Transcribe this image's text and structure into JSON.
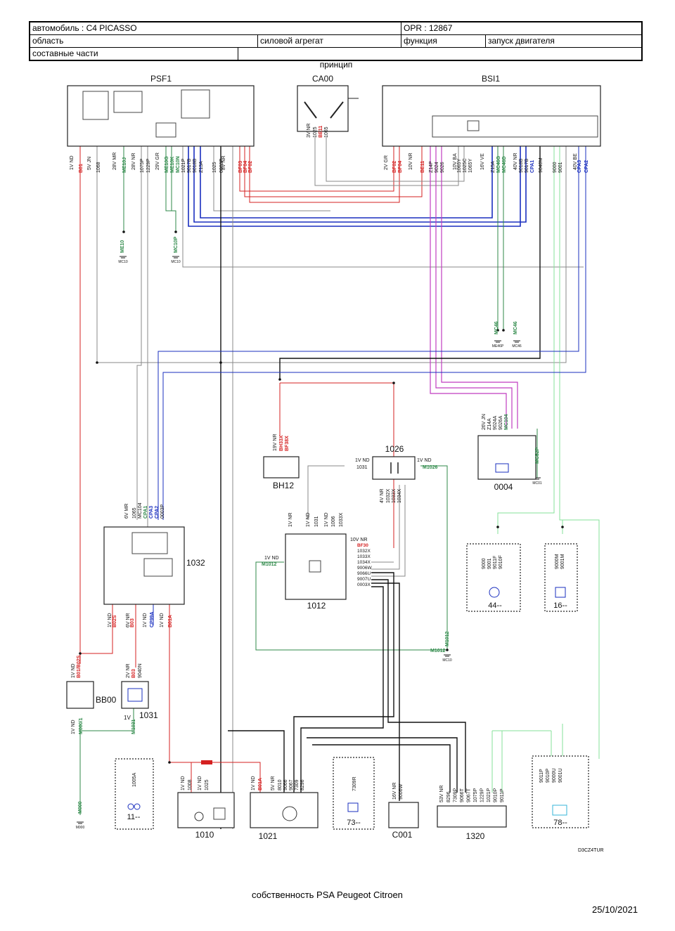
{
  "header": {
    "car": "автомобиль : C4 PICASSO",
    "opr": "OPR : 12867",
    "area_label": "область",
    "area_value": "силовой агрегат",
    "function_label": "функция",
    "function_value": "запуск двигателя",
    "parts_label": "составные части"
  },
  "diagram": {
    "title": "принцип",
    "code": "D3CZ4TUR",
    "colors": {
      "red": "#d42020",
      "blue": "#1a2fbf",
      "green": "#2f8a4a",
      "magenta": "#c03cc0",
      "gray": "#888888",
      "lightgreen": "#86e09a",
      "black": "#111111"
    },
    "components": [
      {
        "id": "psf1",
        "name": "PSF1"
      },
      {
        "id": "ca00",
        "name": "CA00"
      },
      {
        "id": "bsi1",
        "name": "BSI1"
      },
      {
        "id": "c1032",
        "name": "1032"
      },
      {
        "id": "bh12",
        "name": "BH12"
      },
      {
        "id": "c1026",
        "name": "1026"
      },
      {
        "id": "c1012",
        "name": "1012"
      },
      {
        "id": "c0004",
        "name": "0004"
      },
      {
        "id": "bb00",
        "name": "BB00"
      },
      {
        "id": "c1031",
        "name": "1031"
      },
      {
        "id": "c1010",
        "name": "1010"
      },
      {
        "id": "c1021",
        "name": "1021"
      },
      {
        "id": "c001",
        "name": "C001"
      },
      {
        "id": "c1320",
        "name": "1320"
      },
      {
        "id": "c44",
        "name": "44--"
      },
      {
        "id": "c16",
        "name": "16--"
      },
      {
        "id": "c11",
        "name": "11--"
      },
      {
        "id": "c73",
        "name": "73--"
      },
      {
        "id": "c78",
        "name": "78--"
      }
    ],
    "connector_labels": {
      "psf1": [
        "1V ND",
        "5V JN",
        "28V MR",
        "28V NR",
        "29V GR",
        "8V NR"
      ],
      "ca00": [
        "3V NR"
      ],
      "bsi1": [
        "2V GR",
        "10V NR",
        "10V BA",
        "16V VE",
        "40V NR",
        "40V BE"
      ],
      "c1032": [
        "6V MR",
        "1V ND",
        "6V NR",
        "1V ND",
        "1V ND"
      ],
      "bh12": [
        "19V NR"
      ],
      "c1026_l": "1V ND",
      "c1026_r": "1V ND",
      "c1026_b": "4V NR",
      "c1012_top": [
        "1V NR",
        "1V ND",
        "1V ND"
      ],
      "c1012_right": "10V NR",
      "c1012_left": "1V ND",
      "c0004": "26V JN",
      "bb00": [
        "1V ND",
        "1V ND"
      ],
      "c1031": [
        "2V NR",
        "1V"
      ],
      "c1010": [
        "1V ND",
        "1V ND"
      ],
      "c1021": [
        "1V ND",
        "5V NR"
      ],
      "c001": "16V NR",
      "c1320": "53V NR"
    },
    "wire_labels": {
      "psf1": [
        "B01",
        "1068",
        "ME10J",
        "1075P",
        "1229P",
        "ME10G",
        "ME10K",
        "MC10N",
        "1021P",
        "9017B",
        "9018B",
        "Z13A",
        "1025",
        "0003P",
        "BF03",
        "BF04",
        "BF02"
      ],
      "ca00": [
        "1025",
        "BE11",
        "1065"
      ],
      "bsi1": [
        "BF02",
        "BF04",
        "BE11",
        "Z14P",
        "9024",
        "9026",
        "1065Y",
        "1025C",
        "1065Y",
        "Z15A",
        "MC46G",
        "MC46D",
        "9018B",
        "9017B",
        "CPA1",
        "9040M",
        "9000",
        "9001",
        "CPA3",
        "CPA2"
      ],
      "grounds": [
        "ME10",
        "MC10",
        "MC10P",
        "MC10",
        "MC46",
        "MC46",
        "ME46P",
        "MC46",
        "MC52P",
        "MC01",
        "M1012",
        "MC10",
        "M000",
        "M000"
      ],
      "c1032": [
        "1065",
        "MC104",
        "CPA1",
        "CPA3",
        "CPA2",
        "0003P",
        "B02S",
        "B03",
        "CP99A",
        "B01A"
      ],
      "bh12": [
        "BH33X",
        "BF38X"
      ],
      "c1026": [
        "1031",
        "M1026",
        "1032X",
        "1033X",
        "1034X"
      ],
      "c1012": [
        "1031",
        "1006",
        "1033X",
        "BF30",
        "1032X",
        "1033X",
        "1034X",
        "9006W",
        "9066U",
        "9007U",
        "0003X",
        "M1012"
      ],
      "c0004": [
        "Z14A",
        "9024A",
        "9026A",
        "MC104"
      ],
      "c44": [
        "9000",
        "9001",
        "9011F",
        "9010F"
      ],
      "c16": [
        "9000M",
        "9001M"
      ],
      "bb00": [
        "B01/B02S",
        "M000/1"
      ],
      "c1031": [
        "B03",
        "9040N",
        "M1031"
      ],
      "c11": "1005A",
      "c1010": [
        "1008",
        "1025"
      ],
      "c1021": [
        "B01A",
        "8010",
        "9066",
        "9067",
        "7309",
        "8296"
      ],
      "c73": "7309R",
      "c001": "9006W",
      "c1320": [
        "8296",
        "7309P",
        "9066T",
        "9067T",
        "1075P",
        "1229P",
        "1021P",
        "9010P",
        "9011P"
      ],
      "c78": [
        "9011P",
        "9010P",
        "9000U",
        "9001U"
      ]
    }
  },
  "footer": {
    "owner": "собственность PSA Peugeot Citroen",
    "date": "25/10/2021"
  }
}
